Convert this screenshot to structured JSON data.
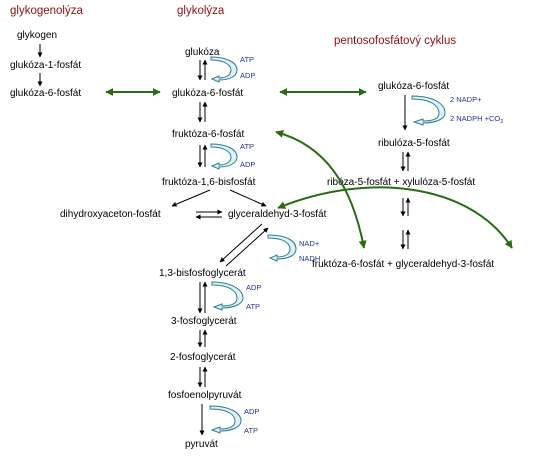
{
  "colors": {
    "header": "#8b1014",
    "cofactor": "#27329a",
    "connector": "#2a6b14",
    "cofactor_arrow_stroke": "#2f7d8c",
    "cofactor_arrow_fill": "#dff1f7"
  },
  "headers": {
    "glycogenolysis": "glykogenolýza",
    "glycolysis": "glykolýza",
    "pentose": "pentosofosfátový cyklus"
  },
  "glycogenolysis": {
    "glycogen": "glykogen",
    "g1p": "glukóza-1-fosfát",
    "g6p": "glukóza-6-fosfát"
  },
  "glycolysis": {
    "glucose": "glukóza",
    "g6p": "glukóza-6-fosfát",
    "f6p": "fruktóza-6-fosfát",
    "f16bp": "fruktóza-1,6-bisfosfát",
    "dhap": "dihydroxyaceton-fosfát",
    "gap": "glyceraldehyd-3-fosfát",
    "bpg13": "1,3-bisfosfoglycerát",
    "pg3": "3-fosfoglycerát",
    "pg2": "2-fosfoglycerát",
    "pep": "fosfoenolpyruvát",
    "pyruvate": "pyruvát"
  },
  "pentose": {
    "g6p": "glukóza-6-fosfát",
    "ru5p": "ribulóza-5-fosfát",
    "r5p_xu5p": "ribóza-5-fosfát + xylulóza-5-fosfát",
    "f6p_gap": "fruktóza-6-fosfát  +  glyceraldehyd-3-fosfát"
  },
  "cofactors": {
    "hk_in": "ATP",
    "hk_out": "ADP",
    "pfk_in": "ATP",
    "pfk_out": "ADP",
    "gapdh_in": "NAD+",
    "gapdh_out": "NADH",
    "pgk_in": "ADP",
    "pgk_out": "ATP",
    "pk_in": "ADP",
    "pk_out": "ATP",
    "g6pd_in": "2 NADP+",
    "g6pd_out": "2 NADPH +CO",
    "g6pd_out_sub": "2"
  }
}
